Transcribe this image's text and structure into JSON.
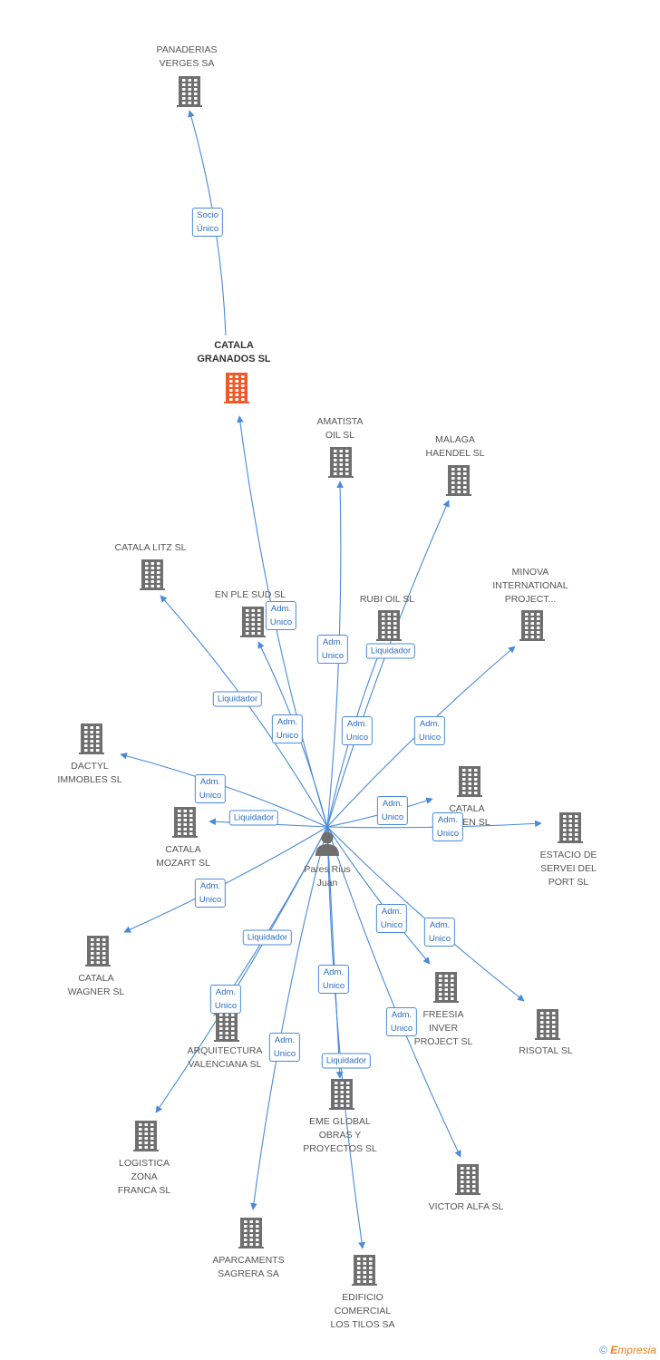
{
  "center": {
    "name": "Pares Rius\nJuan"
  },
  "companies": [
    {
      "id": "panaderias",
      "name": "PANADERIAS\nVERGES SA",
      "focus": false
    },
    {
      "id": "catala_granados",
      "name": "CATALA\nGRANADOS SL",
      "focus": true
    },
    {
      "id": "amatista",
      "name": "AMATISTA\nOIL SL",
      "focus": false
    },
    {
      "id": "malaga",
      "name": "MALAGA\nHAENDEL SL",
      "focus": false
    },
    {
      "id": "catala_litz",
      "name": "CATALA LITZ SL",
      "focus": false
    },
    {
      "id": "en_ple_sud",
      "name": "EN PLE SUD SL",
      "focus": false
    },
    {
      "id": "rubi_oil",
      "name": "RUBI OIL SL",
      "focus": false
    },
    {
      "id": "minova",
      "name": "MINOVA\nINTERNATIONAL\nPROJECT...",
      "focus": false
    },
    {
      "id": "dactyl",
      "name": "DACTYL\nIMMOBLES SL",
      "focus": false
    },
    {
      "id": "catala_mozart",
      "name": "CATALA\nMOZART SL",
      "focus": false
    },
    {
      "id": "catala_haven",
      "name": "CATALA\nHAVEN SL",
      "focus": false
    },
    {
      "id": "estacio",
      "name": "ESTACIO DE\nSERVEI DEL\nPORT  SL",
      "focus": false
    },
    {
      "id": "catala_wagner",
      "name": "CATALA\nWAGNER SL",
      "focus": false
    },
    {
      "id": "freesia",
      "name": "FREESIA\nINVER\nPROJECT SL",
      "focus": false
    },
    {
      "id": "risotal",
      "name": "RISOTAL SL",
      "focus": false
    },
    {
      "id": "arquitectura",
      "name": "ARQUITECTURA\nVALENCIANA SL",
      "focus": false
    },
    {
      "id": "eme_global",
      "name": "EME GLOBAL\nOBRAS Y\nPROYECTOS SL",
      "focus": false
    },
    {
      "id": "logistica",
      "name": "LOGISTICA\nZONA\nFRANCA SL",
      "focus": false
    },
    {
      "id": "victor_alfa",
      "name": "VICTOR ALFA SL",
      "focus": false
    },
    {
      "id": "aparcaments",
      "name": "APARCAMENTS\nSAGRERA SA",
      "focus": false
    },
    {
      "id": "edificio",
      "name": "EDIFICIO\nCOMERCIAL\nLOS TILOS SA",
      "focus": false
    }
  ],
  "relations": [
    {
      "from": "catala_granados",
      "to": "panaderias",
      "label": "Socio\nÚnico"
    },
    {
      "from": "center",
      "to": "catala_granados",
      "label": "Adm.\nUnico"
    },
    {
      "from": "center",
      "to": "amatista",
      "label": "Adm.\nUnico"
    },
    {
      "from": "center",
      "to": "malaga",
      "label": "Liquidador"
    },
    {
      "from": "center",
      "to": "catala_litz",
      "label": "Liquidador"
    },
    {
      "from": "center",
      "to": "en_ple_sud",
      "label": "Adm.\nUnico"
    },
    {
      "from": "center",
      "to": "rubi_oil",
      "label": "Adm.\nUnico"
    },
    {
      "from": "center",
      "to": "minova",
      "label": "Adm.\nUnico"
    },
    {
      "from": "center",
      "to": "dactyl",
      "label": "Adm.\nUnico"
    },
    {
      "from": "center",
      "to": "catala_mozart",
      "label": "Liquidador"
    },
    {
      "from": "center",
      "to": "catala_haven",
      "label": "Adm.\nUnico"
    },
    {
      "from": "center",
      "to": "estacio",
      "label": "Adm.\nUnico"
    },
    {
      "from": "center",
      "to": "catala_wagner",
      "label": "Adm.\nUnico"
    },
    {
      "from": "center",
      "to": "freesia",
      "label": "Adm.\nUnico"
    },
    {
      "from": "center",
      "to": "risotal",
      "label": "Adm.\nUnico"
    },
    {
      "from": "center",
      "to": "arquitectura",
      "label": "Liquidador"
    },
    {
      "from": "center",
      "to": "eme_global",
      "label": "Adm.\nUnico"
    },
    {
      "from": "center",
      "to": "logistica",
      "label": "Adm.\nUnico"
    },
    {
      "from": "center",
      "to": "victor_alfa",
      "label": "Adm.\nUnico"
    },
    {
      "from": "center",
      "to": "aparcaments",
      "label": "Adm.\nUnico"
    },
    {
      "from": "center",
      "to": "edificio",
      "label": "Liquidador"
    }
  ],
  "colors": {
    "edge": "#4a8ad8",
    "building": "#6f6f6f",
    "focus_building": "#f05a28",
    "person": "#6f6f6f"
  },
  "footer": {
    "copyright": "©",
    "brand_initial": "E",
    "brand_rest": "mpresia"
  }
}
